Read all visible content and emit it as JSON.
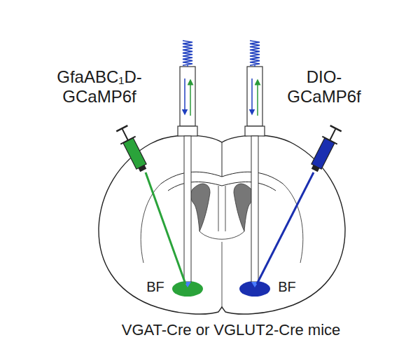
{
  "diagram": {
    "caption": "VGAT-Cre or VGLUT2-Cre mice",
    "labels": [
      "GfaABC₁D- GCaMP6f",
      "DIO- GCaMP6f",
      "BF",
      "BF"
    ]
  }
}
